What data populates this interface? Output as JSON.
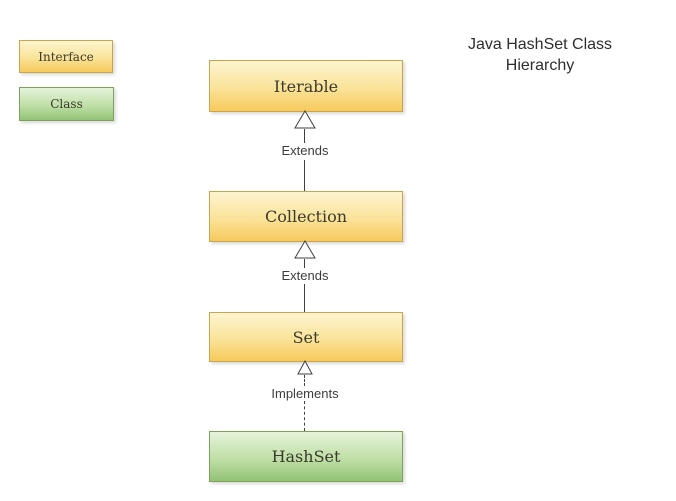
{
  "title": {
    "text": "Java HashSet Class Hierarchy"
  },
  "legend": {
    "items": [
      {
        "label": "Interface",
        "type": "interface"
      },
      {
        "label": "Class",
        "type": "class"
      }
    ]
  },
  "nodes": [
    {
      "id": "iterable",
      "label": "Iterable",
      "kind": "interface"
    },
    {
      "id": "collection",
      "label": "Collection",
      "kind": "interface"
    },
    {
      "id": "set",
      "label": "Set",
      "kind": "interface"
    },
    {
      "id": "hashset",
      "label": "HashSet",
      "kind": "class"
    }
  ],
  "edges": [
    {
      "from": "collection",
      "to": "iterable",
      "label": "Extends",
      "style": "solid"
    },
    {
      "from": "set",
      "to": "collection",
      "label": "Extends",
      "style": "solid"
    },
    {
      "from": "hashset",
      "to": "set",
      "label": "Implements",
      "style": "dashed"
    }
  ],
  "colors": {
    "interface_gradient_top": "#FDF5D0",
    "interface_gradient_bottom": "#F6C95C",
    "interface_border": "#C9A64E",
    "class_gradient_top": "#E5F3DA",
    "class_gradient_bottom": "#92C375",
    "class_border": "#7DA25C",
    "edge_line": "#404040",
    "text": "#3A3A2E",
    "background": "#FFFFFF"
  }
}
